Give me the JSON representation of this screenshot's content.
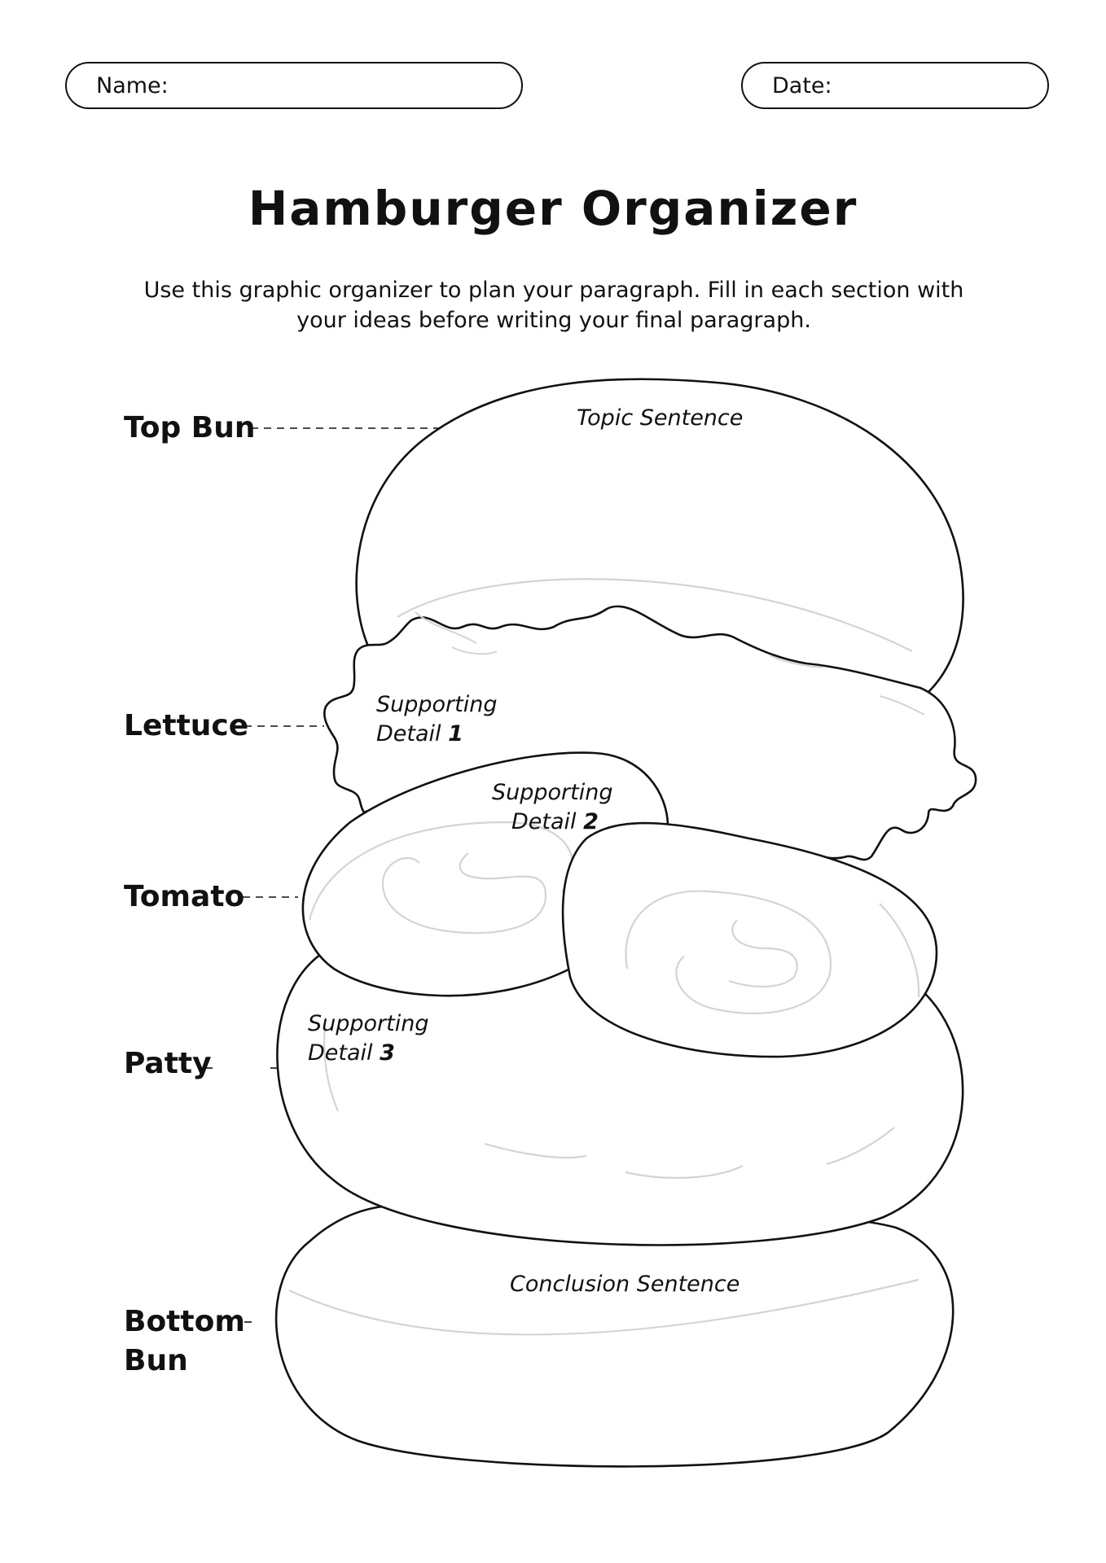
{
  "header": {
    "name_label": "Name:",
    "date_label": "Date:"
  },
  "title": "Hamburger Organizer",
  "instructions": {
    "line1": "Use this graphic organizer to plan your paragraph. Fill in each section with",
    "line2": "your ideas before writing your final paragraph."
  },
  "layers": {
    "top_bun": {
      "label": "Top Bun",
      "text": "Topic Sentence"
    },
    "lettuce": {
      "label": "Lettuce",
      "text_line1": "Supporting",
      "text_line2": "Detail",
      "number": "1"
    },
    "tomato": {
      "label": "Tomato",
      "text_line1": "Supporting",
      "text_line2": "Detail",
      "number": "2"
    },
    "patty": {
      "label": "Patty",
      "text_line1": "Supporting",
      "text_line2": "Detail",
      "number": "3"
    },
    "bottom_bun": {
      "label_line1": "Bottom",
      "label_line2": "Bun",
      "text": "Conclusion Sentence"
    }
  },
  "colors": {
    "outline": "#111111",
    "detail_line": "#d4d4d4",
    "background": "#ffffff"
  }
}
